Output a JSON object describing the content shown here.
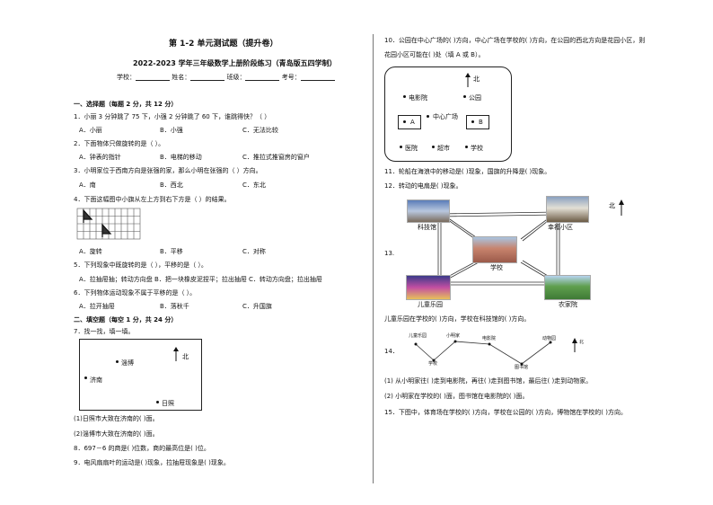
{
  "left": {
    "title": "第 1-2 单元测试题（提升卷）",
    "subtitle": "2022-2023 学年三年级数学上册阶段练习（青岛版五四学制）",
    "info": {
      "school": "学校：",
      "name": "姓名：",
      "class": "班级：",
      "exam_no": "考号："
    },
    "sec1": "一、选择题（每题 2 分，共 12 分）",
    "q1": "1．小丽 3 分钟跳了 75 下，小强 2 分钟跳了 60 下，谁跳得快？（   ）",
    "q1_opts": [
      "A．小丽",
      "B．小强",
      "C．无法比较"
    ],
    "q2": "2．下面物体只做旋转的是（   ）。",
    "q2_opts": [
      "A．钟表的指针",
      "B．电梯的移动",
      "C．推拉式推窗房的窗户"
    ],
    "q3": "3．小明家位于西南方向是张强的家，那么小明在张强的（   ）方向。",
    "q3_opts": [
      "A．南",
      "B．西北",
      "C．东北"
    ],
    "q4": "4．下面这幅图中小旗从左上方到右下方是（   ）的结果。",
    "q4_opts": [
      "A．旋转",
      "B．平移",
      "C．对称"
    ],
    "q5": "5．下列现象中既旋转的是（   ），平移的是（   ）。",
    "q5_line": "A．拉抽屉抽；转动方向盘 B．把一块橡皮泥捏平；拉出抽屉 C．转动方向盘；拉出抽屉",
    "q6": "6．下列物体运动现象不属于平移的是（   ）。",
    "q6_opts": [
      "A．拉开抽屉",
      "B．落秋千",
      "C．升国旗"
    ],
    "sec2": "二、填空题（每空 1 分，共 24 分）",
    "q7": "7．找一找，填一填。",
    "q7_map": {
      "city1": "淄博",
      "city2": "济南",
      "city3": "日照",
      "north": "北"
    },
    "q7_1": "(1)日照市大致在济南的(             )面。",
    "q7_2": "(2)淄博市大致在济南的(             )面。",
    "q8": "8．697－6 的商是(       )位数，商的最高位是(       )位。",
    "q9": "9．电风扇扇叶的运动是(       )现象，拉抽屉现象是(       )现象。"
  },
  "right": {
    "q10_a": "10．公园在中心广场的(             )方向，中心广场在学校的(             )方向，在公园的西北方向是花园小区，则",
    "q10_b": "花园小区可能在(               )处（填 A 或 B）。",
    "q10_map": {
      "north": "北",
      "cinema": "电影院",
      "park": "公园",
      "square": "中心广场",
      "a": "A",
      "b": "B",
      "hospital": "医院",
      "market": "超市",
      "school": "学校"
    },
    "q11": "11．轮船在海浪中的移动是(             )现象，国旗的升降是(             )现象。",
    "q12": "12．转动的电扇是(             )现象。",
    "q13_no": "13.",
    "q13_map": {
      "north": "北",
      "kejiguan": "科技馆",
      "xingfu": "幸福小区",
      "school": "学校",
      "ertong": "儿童乐园",
      "nongjiayuan": "农家院"
    },
    "q13_line": "儿童乐园在学校的(             )方向，学校在科技馆的(             )方向。",
    "q14_no": "14．",
    "q14_map": {
      "ertong": "儿童乐园",
      "xiaoming": "小明家",
      "cinema": "电影院",
      "museum": "动物园",
      "school": "学校",
      "library": "图书馆",
      "north": "北"
    },
    "q14_1": "(1) 从小明家往(          )走到电影院，再往(          )走到图书馆，最后往(          )走到动物家。",
    "q14_2": "(2) 小明家在学校的(             )面，图书馆在电影院的(             )面。",
    "q15": "15．下图中，体育场在学校的(             )方向，学校在公园的(             )方向，博物馆在学校的(             )方向。"
  }
}
